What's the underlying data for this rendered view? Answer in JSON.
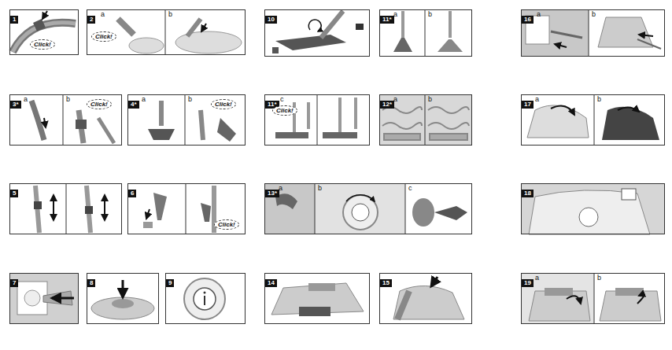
{
  "diagram": {
    "nodes": [
      {
        "text": [
          "1"
        ]
      },
      {
        "text": [
          "2"
        ]
      },
      {
        "text": [
          "3*"
        ]
      },
      {
        "text": [
          "4*"
        ]
      },
      {
        "text": [
          "5"
        ]
      },
      {
        "text": [
          "6"
        ]
      },
      {
        "text": [
          "7"
        ]
      },
      {
        "text": [
          "8"
        ]
      },
      {
        "text": [
          "9"
        ]
      },
      {
        "text": [
          "10"
        ]
      },
      {
        "text": [
          "11*"
        ]
      },
      {
        "text": [
          "11*"
        ]
      },
      {
        "text": [
          "12*"
        ]
      },
      {
        "text": [
          "13*"
        ]
      },
      {
        "text": [
          "14"
        ]
      },
      {
        "text": [
          "15"
        ]
      },
      {
        "text": [
          "16"
        ]
      },
      {
        "text": [
          "17"
        ]
      },
      {
        "text": [
          "18"
        ]
      },
      {
        "text": [
          "19"
        ]
      }
    ],
    "labels": [
      "Click!",
      "a",
      "Click!",
      "b",
      "a",
      "b",
      "Click!",
      "a",
      "b",
      "Click!",
      "Click!",
      "a",
      "b",
      "c",
      "Click!",
      "a",
      "b",
      "a",
      "b",
      "c",
      "a",
      "b",
      "a",
      "b",
      "a",
      "b"
    ]
  }
}
